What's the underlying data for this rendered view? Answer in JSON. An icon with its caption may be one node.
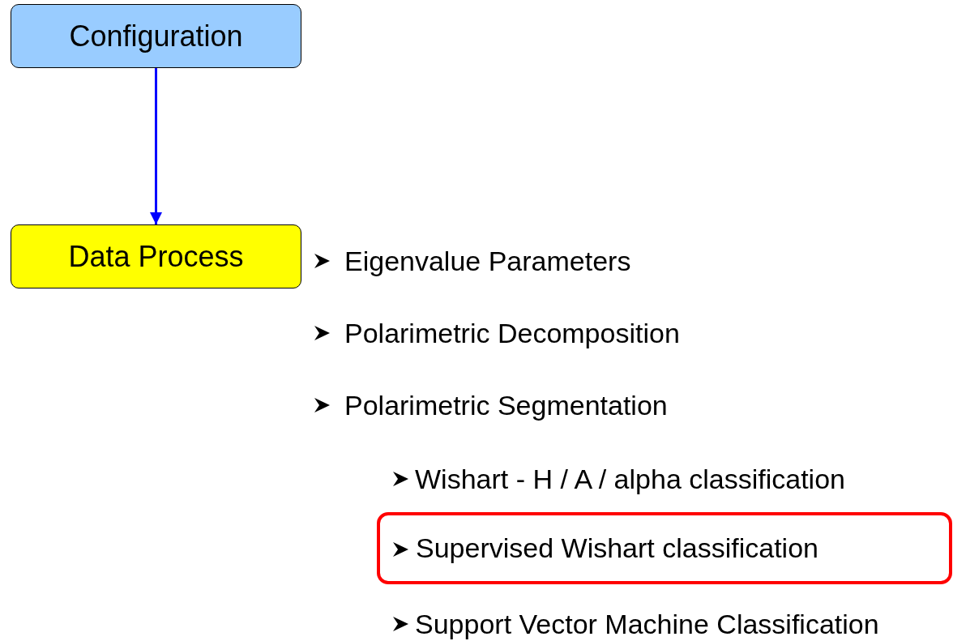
{
  "diagram": {
    "nodes": [
      {
        "text": [
          "Configuration"
        ]
      },
      {
        "text": [
          "Data Process"
        ]
      },
      {
        "text": [
          "Supervised Wishart classification"
        ]
      }
    ],
    "edges": [
      {
        "from": 0,
        "to": 1,
        "arrow": "to",
        "color": "#0000ff"
      }
    ],
    "labels": [
      "Eigenvalue Parameters",
      "Polarimetric Decomposition",
      "Polarimetric Segmentation",
      "Wishart - H / A / alpha classification",
      "Support Vector Machine Classification"
    ]
  }
}
